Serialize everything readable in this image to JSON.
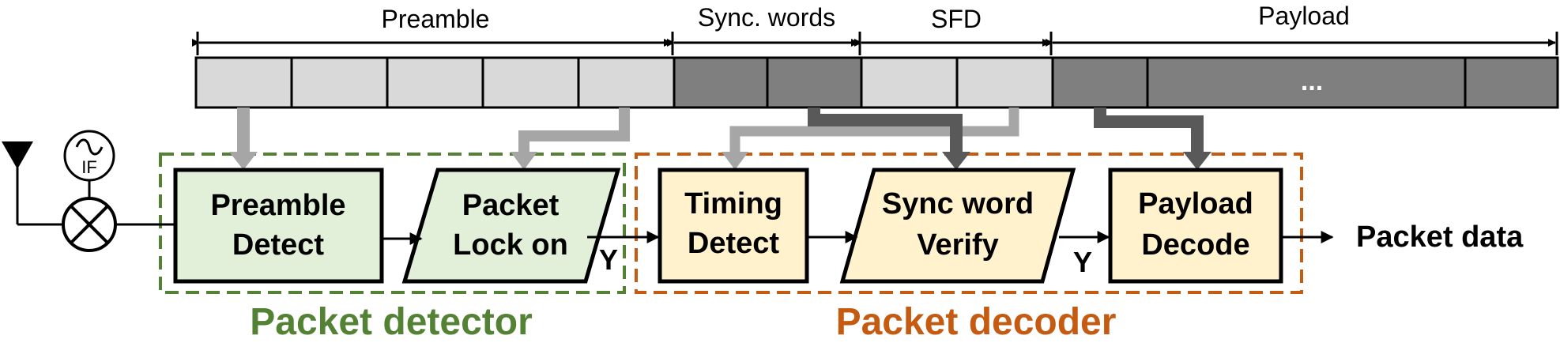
{
  "packet_structure": {
    "segments": [
      {
        "label": "Preamble",
        "cells": 5,
        "shade": "light"
      },
      {
        "label": "Sync. words",
        "cells": 2,
        "shade": "dark"
      },
      {
        "label": "SFD",
        "cells": 2,
        "shade": "light"
      },
      {
        "label": "Payload",
        "cells": 3,
        "shade": "dark"
      }
    ],
    "payload_ellipsis": "..."
  },
  "blocks": {
    "preamble_detect": {
      "line1": "Preamble",
      "line2": "Detect"
    },
    "packet_lock_on": {
      "line1": "Packet",
      "line2": "Lock on"
    },
    "timing_detect": {
      "line1": "Timing",
      "line2": "Detect"
    },
    "sync_word_verify": {
      "line1": "Sync word",
      "line2": "Verify"
    },
    "payload_decode": {
      "line1": "Payload",
      "line2": "Decode"
    }
  },
  "decision_labels": {
    "lock_yes": "Y",
    "verify_yes": "Y"
  },
  "oscillator_label": "IF",
  "output_label": "Packet data",
  "groups": {
    "detector": "Packet detector",
    "decoder": "Packet decoder"
  },
  "colors": {
    "light_cell": "#d9d9d9",
    "dark_cell": "#7f7f7f",
    "detector_green": "#548235",
    "detector_fill": "#e2efd9",
    "decoder_orange": "#c55a11",
    "decoder_fill": "#fff2cc",
    "light_arrow": "#a6a6a6",
    "dark_arrow": "#595959"
  }
}
